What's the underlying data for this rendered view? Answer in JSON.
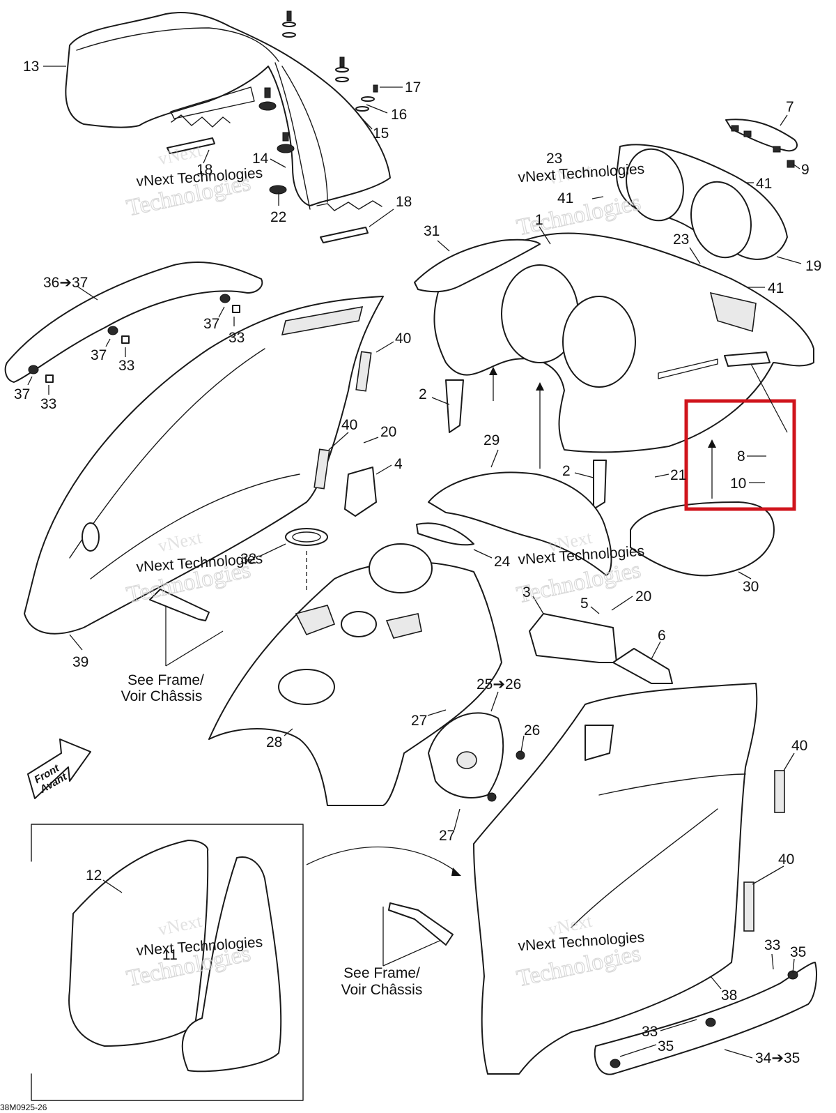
{
  "callouts": [
    {
      "id": "c13",
      "label": "13"
    },
    {
      "id": "c17",
      "label": "17"
    },
    {
      "id": "c16",
      "label": "16"
    },
    {
      "id": "c15",
      "label": "15"
    },
    {
      "id": "c14",
      "label": "14"
    },
    {
      "id": "c18a",
      "label": "18"
    },
    {
      "id": "c22",
      "label": "22"
    },
    {
      "id": "c18b",
      "label": "18"
    },
    {
      "id": "c7",
      "label": "7"
    },
    {
      "id": "c23a",
      "label": "23"
    },
    {
      "id": "c9",
      "label": "9"
    },
    {
      "id": "c41a",
      "label": "41"
    },
    {
      "id": "c41b",
      "label": "41"
    },
    {
      "id": "c1",
      "label": "1"
    },
    {
      "id": "c31",
      "label": "31"
    },
    {
      "id": "c23b",
      "label": "23"
    },
    {
      "id": "c19",
      "label": "19"
    },
    {
      "id": "c41c",
      "label": "41"
    },
    {
      "id": "c3637",
      "label": "36➔37"
    },
    {
      "id": "c37a",
      "label": "37"
    },
    {
      "id": "c33a",
      "label": "33"
    },
    {
      "id": "c37b",
      "label": "37"
    },
    {
      "id": "c33b",
      "label": "33"
    },
    {
      "id": "c37c",
      "label": "37"
    },
    {
      "id": "c33c",
      "label": "33"
    },
    {
      "id": "c40a",
      "label": "40"
    },
    {
      "id": "c2a",
      "label": "2"
    },
    {
      "id": "c40b",
      "label": "40"
    },
    {
      "id": "c20a",
      "label": "20"
    },
    {
      "id": "c4",
      "label": "4"
    },
    {
      "id": "c29",
      "label": "29"
    },
    {
      "id": "c2b",
      "label": "2"
    },
    {
      "id": "c8",
      "label": "8"
    },
    {
      "id": "c21",
      "label": "21"
    },
    {
      "id": "c10",
      "label": "10"
    },
    {
      "id": "c32",
      "label": "32"
    },
    {
      "id": "c24",
      "label": "24"
    },
    {
      "id": "c30",
      "label": "30"
    },
    {
      "id": "c3",
      "label": "3"
    },
    {
      "id": "c5",
      "label": "5"
    },
    {
      "id": "c20b",
      "label": "20"
    },
    {
      "id": "c6",
      "label": "6"
    },
    {
      "id": "c39",
      "label": "39"
    },
    {
      "id": "c2526",
      "label": "25➔26"
    },
    {
      "id": "c27a",
      "label": "27"
    },
    {
      "id": "c26",
      "label": "26"
    },
    {
      "id": "c28",
      "label": "28"
    },
    {
      "id": "c27b",
      "label": "27"
    },
    {
      "id": "c40c",
      "label": "40"
    },
    {
      "id": "c12",
      "label": "12"
    },
    {
      "id": "c11",
      "label": "11"
    },
    {
      "id": "c40d",
      "label": "40"
    },
    {
      "id": "c33d",
      "label": "33"
    },
    {
      "id": "c35a",
      "label": "35"
    },
    {
      "id": "c38",
      "label": "38"
    },
    {
      "id": "c33e",
      "label": "33"
    },
    {
      "id": "c35b",
      "label": "35"
    },
    {
      "id": "c3435",
      "label": "34➔35"
    }
  ],
  "notes": {
    "see_frame_1_line1": "See Frame/",
    "see_frame_1_line2": "Voir Châssis",
    "see_frame_2_line1": "See Frame/",
    "see_frame_2_line2": "Voir Châssis",
    "front_line1": "Front",
    "front_line2": "Avant"
  },
  "watermark": {
    "line1": "vNext",
    "line2": "vNext Technologies",
    "line3": "Technologies"
  },
  "drawing_code": "38M0925-26",
  "highlight_color": "#d0141c"
}
